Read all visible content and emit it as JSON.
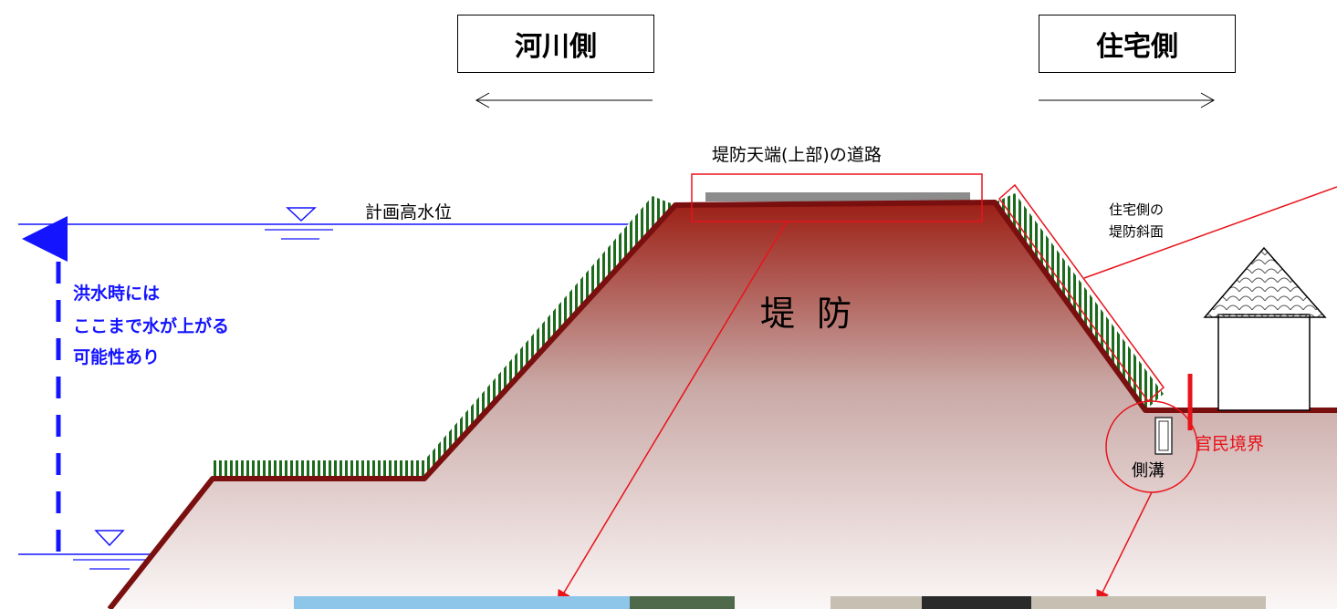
{
  "labels": {
    "river_side": "河川側",
    "residential_side": "住宅側",
    "crown_road": "堤防天端(上部)の道路",
    "planned_high_water": "計画高水位",
    "residential_slope_line1": "住宅側の",
    "residential_slope_line2": "堤防斜面",
    "flood_note_line1": "洪水時には",
    "flood_note_line2": "ここまで水が上がる",
    "flood_note_line3": "可能性あり",
    "levee": "堤 防",
    "side_ditch": "側溝",
    "boundary": "官民境界"
  },
  "colors": {
    "levee_outline": "#7a0f0f",
    "levee_fill_top": "#a0231a",
    "water_line": "#1414ff",
    "annotation_red": "#e8131b",
    "grass_green": "#1c6a1c",
    "road_gray": "#8c8c8c"
  },
  "icons": {
    "water_level_marker": "inverted-triangle-icon",
    "house": "house-icon"
  }
}
